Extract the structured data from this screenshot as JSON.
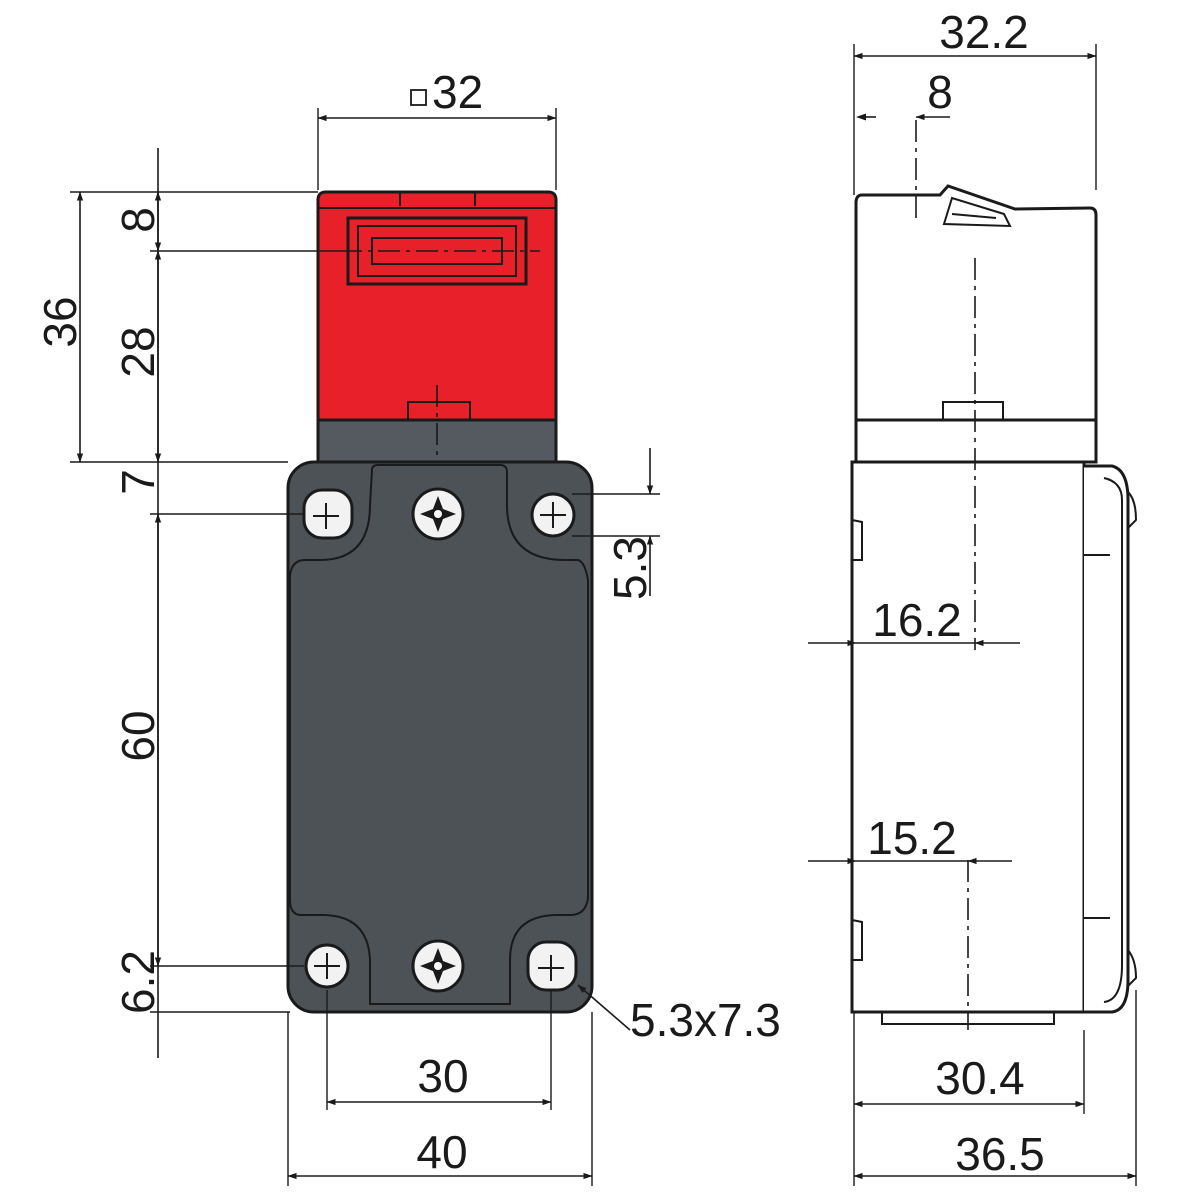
{
  "colors": {
    "actuator_head": "#e8202a",
    "body_dark": "#4d5257",
    "cover_grey": "#646b73",
    "neck_grey": "#545a60",
    "slot_white": "#f2f2f2",
    "line": "#1a1a1a"
  },
  "dimensions": {
    "head_square": "32",
    "head_square_symbol": "□",
    "side_total_width": "32.2",
    "side_top_offset": "8",
    "head_offset": "8",
    "head_lower": "28",
    "head_total": "36",
    "top_hole_offset": "7",
    "hole_spacing_vertical": "60",
    "bottom_hole_offset": "6.2",
    "hole_diameter": "5.3",
    "slot_size": "5.3x7.3",
    "hole_spacing_horizontal": "30",
    "body_width": "40",
    "side_upper": "16.2",
    "side_lower": "15.2",
    "side_depth": "30.4",
    "side_total_depth": "36.5"
  }
}
